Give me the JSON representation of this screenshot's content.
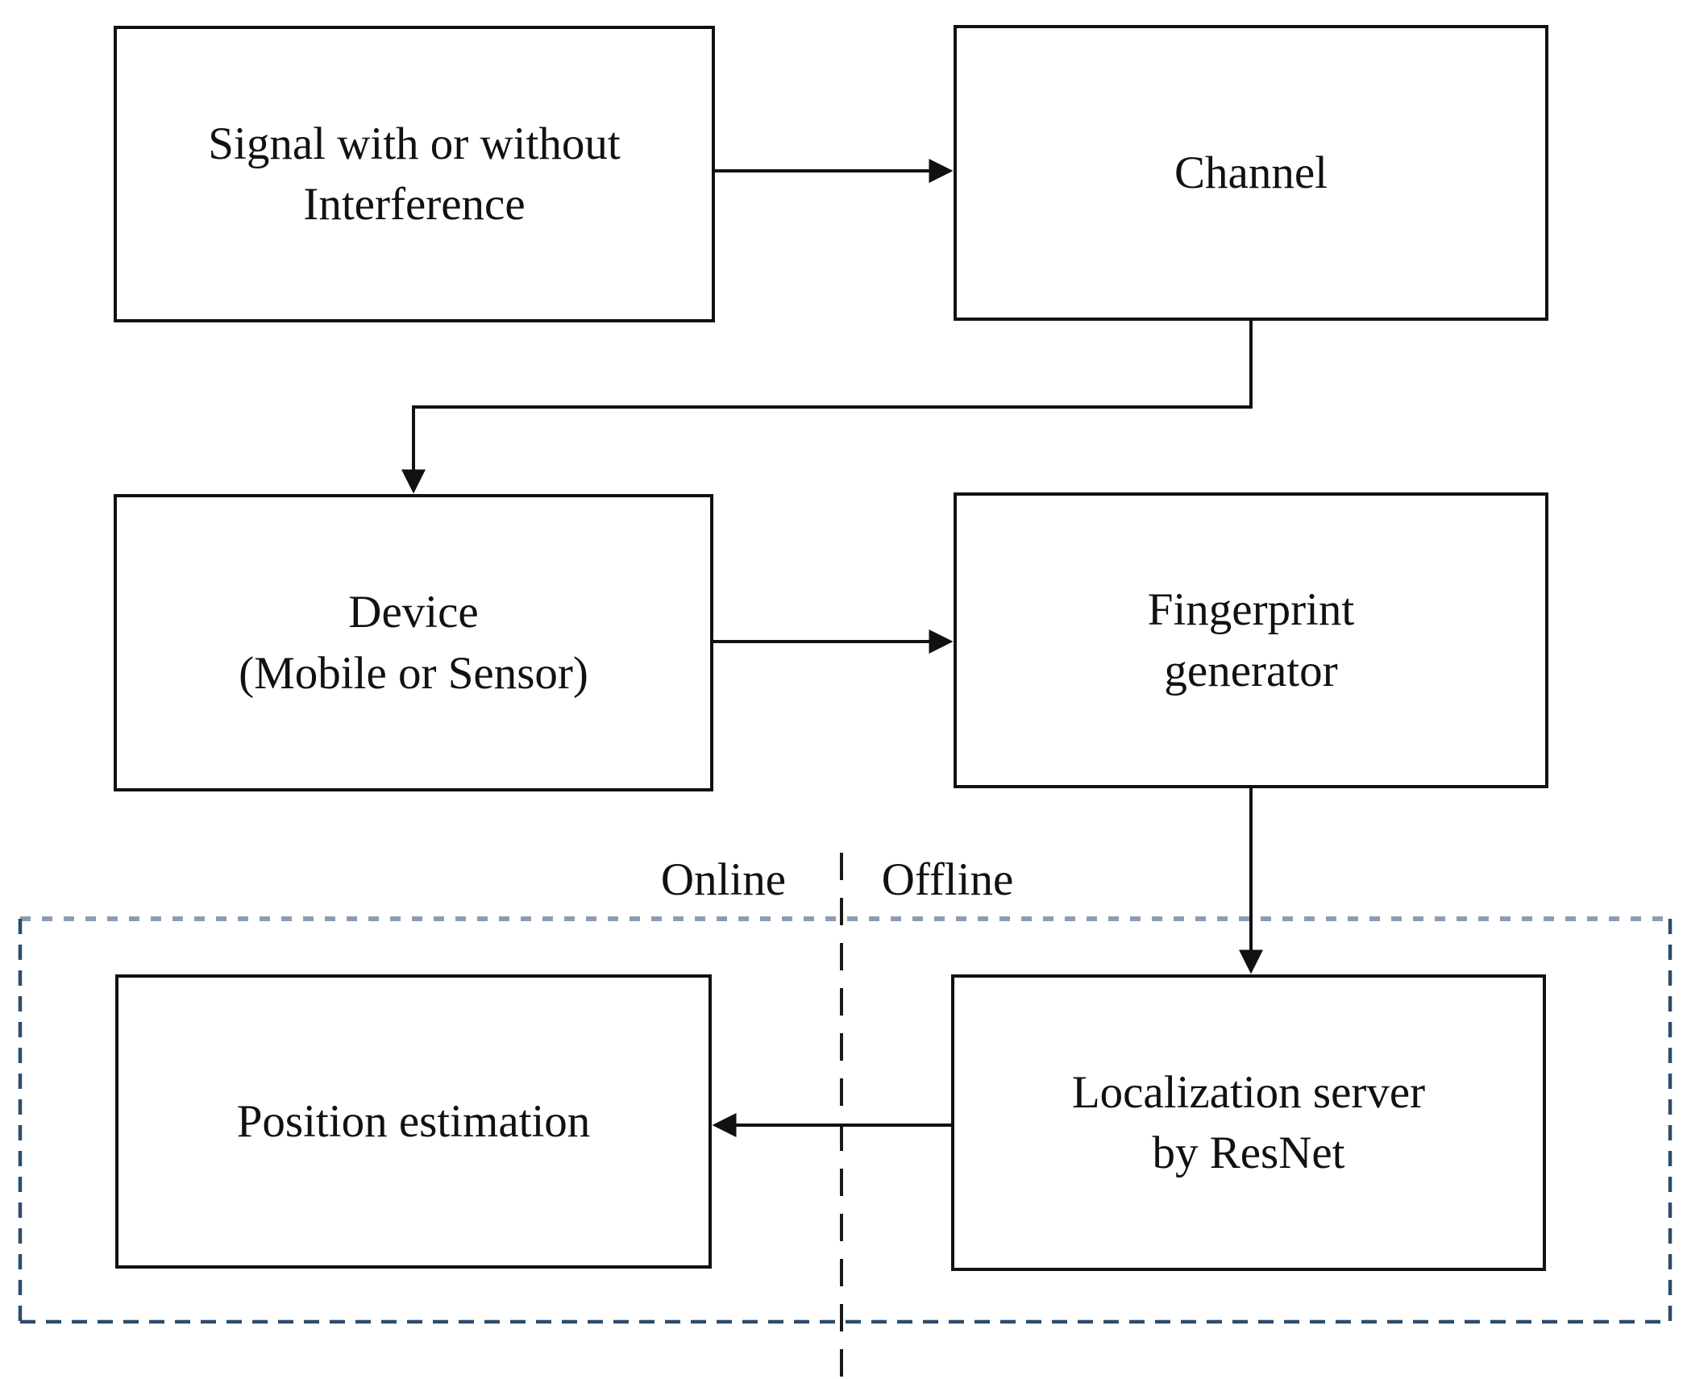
{
  "nodes": {
    "signal": {
      "line1": "Signal with or without",
      "line2": "Interference"
    },
    "channel": {
      "line1": "Channel"
    },
    "device": {
      "line1": "Device",
      "line2": "(Mobile or Sensor)"
    },
    "fingerprint": {
      "line1": "Fingerprint",
      "line2": "generator"
    },
    "position": {
      "line1": "Position estimation"
    },
    "localization": {
      "line1": "Localization server",
      "line2": "by ResNet"
    }
  },
  "phase_labels": {
    "online": "Online",
    "offline": "Offline"
  },
  "colors": {
    "box_border": "#111111",
    "text": "#111111",
    "arrow": "#111111",
    "divider": "#1a1a1a",
    "region_border": "#2e4d6b",
    "region_border_top": "#8d9db0",
    "background": "#ffffff"
  }
}
